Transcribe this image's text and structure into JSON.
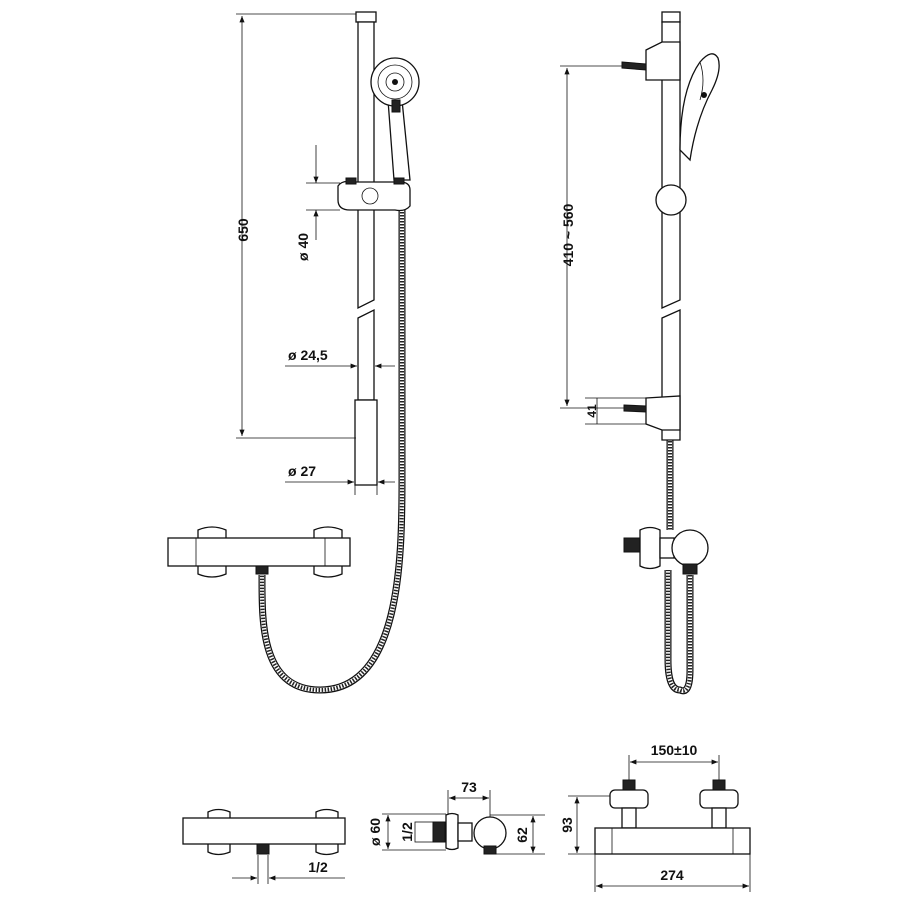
{
  "front_view": {
    "height": "650",
    "slider_diameter": "ø 40",
    "rail_diameter": "ø 24,5",
    "rail_end_diameter": "ø 27"
  },
  "side_view": {
    "bracket_spacing": "410 ~ 560",
    "bracket_height": "41"
  },
  "mixer_front": {
    "outlet_thread": "1/2"
  },
  "mixer_side": {
    "depth": "73",
    "flange_diameter": "ø 60",
    "inlet_thread": "1/2",
    "height": "62"
  },
  "mixer_top": {
    "inlet_spacing": "150±10",
    "height": "93",
    "width": "274"
  },
  "colors": {
    "line": "#111111",
    "background": "#ffffff"
  }
}
